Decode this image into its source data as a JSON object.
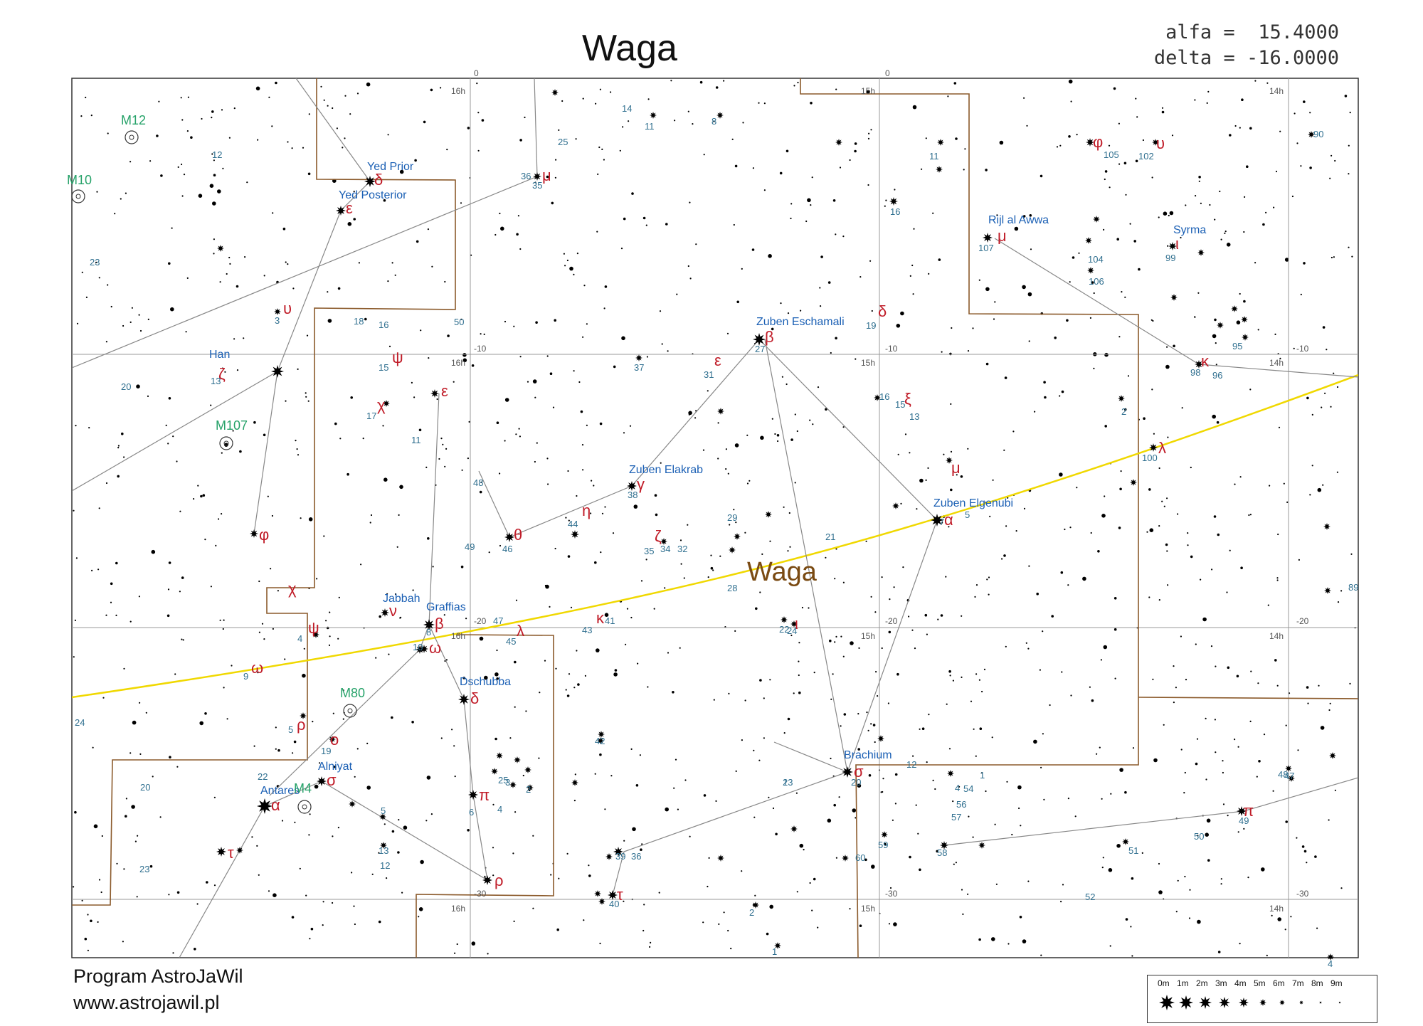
{
  "title": "Waga",
  "coords": {
    "alfa": "alfa =  15.4000",
    "delta": "delta = -16.0000"
  },
  "constellation_label": "Waga",
  "footer": {
    "program": "Program AstroJaWil",
    "url": "www.astrojawil.pl"
  },
  "legend": {
    "magnitudes": [
      "0m",
      "1m",
      "2m",
      "3m",
      "4m",
      "5m",
      "6m",
      "7m",
      "8m",
      "9m"
    ]
  },
  "grid": {
    "ra_labels": [
      {
        "text": "16h"
      },
      {
        "text": "15h"
      },
      {
        "text": "14h"
      }
    ],
    "dec_labels": [
      "0",
      "-10",
      "-20",
      "-30"
    ]
  },
  "colors": {
    "star_name": "#1a5fb4",
    "greek": "#c01c28",
    "messier": "#26a269",
    "boundary": "#8b5a2b",
    "ecliptic": "#f0d800",
    "grid": "#888888",
    "number": "#2f6f8f"
  },
  "star_names": [
    "Yed Prior",
    "Yed Posterior",
    "Han",
    "Jabbah",
    "Graffias",
    "Dschubba",
    "Alniyat",
    "Antares",
    "Zuben Eschamali",
    "Zuben Elakrab",
    "Zuben Elgenubi",
    "Brachium",
    "Rijl al Awwa",
    "Syrma"
  ],
  "messier": [
    "M12",
    "M10",
    "M107",
    "M80",
    "M4"
  ],
  "greek_labels": [
    "δ",
    "μ",
    "ε",
    "υ",
    "ζ",
    "ψ",
    "ε",
    "χ",
    "φ",
    "χ",
    "ν",
    "β",
    "ψ",
    "ω",
    "ω",
    "ρ",
    "ο",
    "σ",
    "α",
    "τ",
    "δ",
    "π",
    "ρ",
    "λ",
    "κ",
    "η",
    "θ",
    "γ",
    "ζ",
    "β",
    "δ",
    "ε",
    "ξ",
    "μ",
    "α",
    "ι",
    "σ",
    "τ",
    "φ",
    "υ",
    "μ",
    "ι",
    "κ",
    "λ",
    "π"
  ],
  "numbers": [
    "12",
    "23",
    "25",
    "14",
    "11",
    "8",
    "36",
    "35",
    "11",
    "105",
    "102",
    "90",
    "16",
    "107",
    "104",
    "106",
    "99",
    "50",
    "18",
    "16",
    "3",
    "19",
    "27",
    "37",
    "31",
    "95",
    "98",
    "96",
    "20",
    "13",
    "15",
    "16",
    "15",
    "13",
    "2",
    "17",
    "11",
    "48",
    "49",
    "46",
    "44",
    "38",
    "29",
    "35",
    "34",
    "32",
    "21",
    "7",
    "5",
    "100",
    "89",
    "28",
    "47",
    "43",
    "41",
    "22",
    "24",
    "8",
    "4",
    "10",
    "9",
    "45",
    "24",
    "5",
    "19",
    "42",
    "22",
    "20",
    "25",
    "3",
    "2",
    "1",
    "23",
    "12",
    "20",
    "60",
    "59",
    "1",
    "4",
    "56",
    "57",
    "58",
    "54",
    "51",
    "50",
    "49",
    "47",
    "48",
    "6",
    "5",
    "4",
    "13",
    "12",
    "39",
    "36",
    "40",
    "2",
    "1",
    "52",
    "23",
    "4"
  ]
}
